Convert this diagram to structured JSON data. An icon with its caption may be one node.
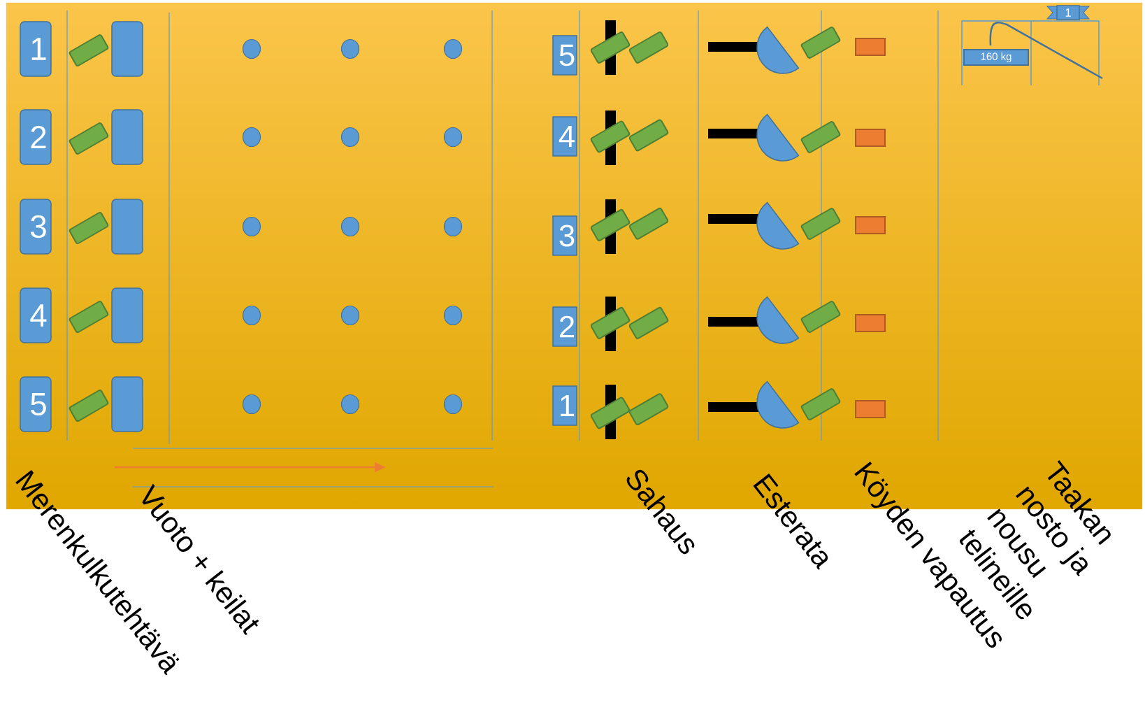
{
  "diagram": {
    "nodes": [
      {
        "text": [
          "1"
        ]
      },
      {
        "text": [
          "2"
        ]
      },
      {
        "text": [
          "3"
        ]
      },
      {
        "text": [
          "4"
        ]
      },
      {
        "text": [
          "5"
        ]
      },
      {
        "text": [],
        "shape": "box"
      },
      {
        "text": [],
        "shape": "box"
      },
      {
        "text": [],
        "shape": "box"
      },
      {
        "text": [],
        "shape": "box"
      },
      {
        "text": [],
        "shape": "box"
      },
      {
        "text": [
          "5"
        ]
      },
      {
        "text": [
          "4"
        ]
      },
      {
        "text": [
          "3"
        ]
      },
      {
        "text": [
          "2"
        ]
      },
      {
        "text": [
          "1"
        ]
      },
      {
        "text": [
          "160 kg"
        ]
      },
      {
        "text": [
          "1"
        ]
      }
    ],
    "labels": [
      "Merenkulkutehtävä",
      "Vuoto + keilat",
      "Sahaus",
      "Esterata",
      "Köyden vapautus",
      "Taakan nosto ja nousu telineille"
    ]
  }
}
